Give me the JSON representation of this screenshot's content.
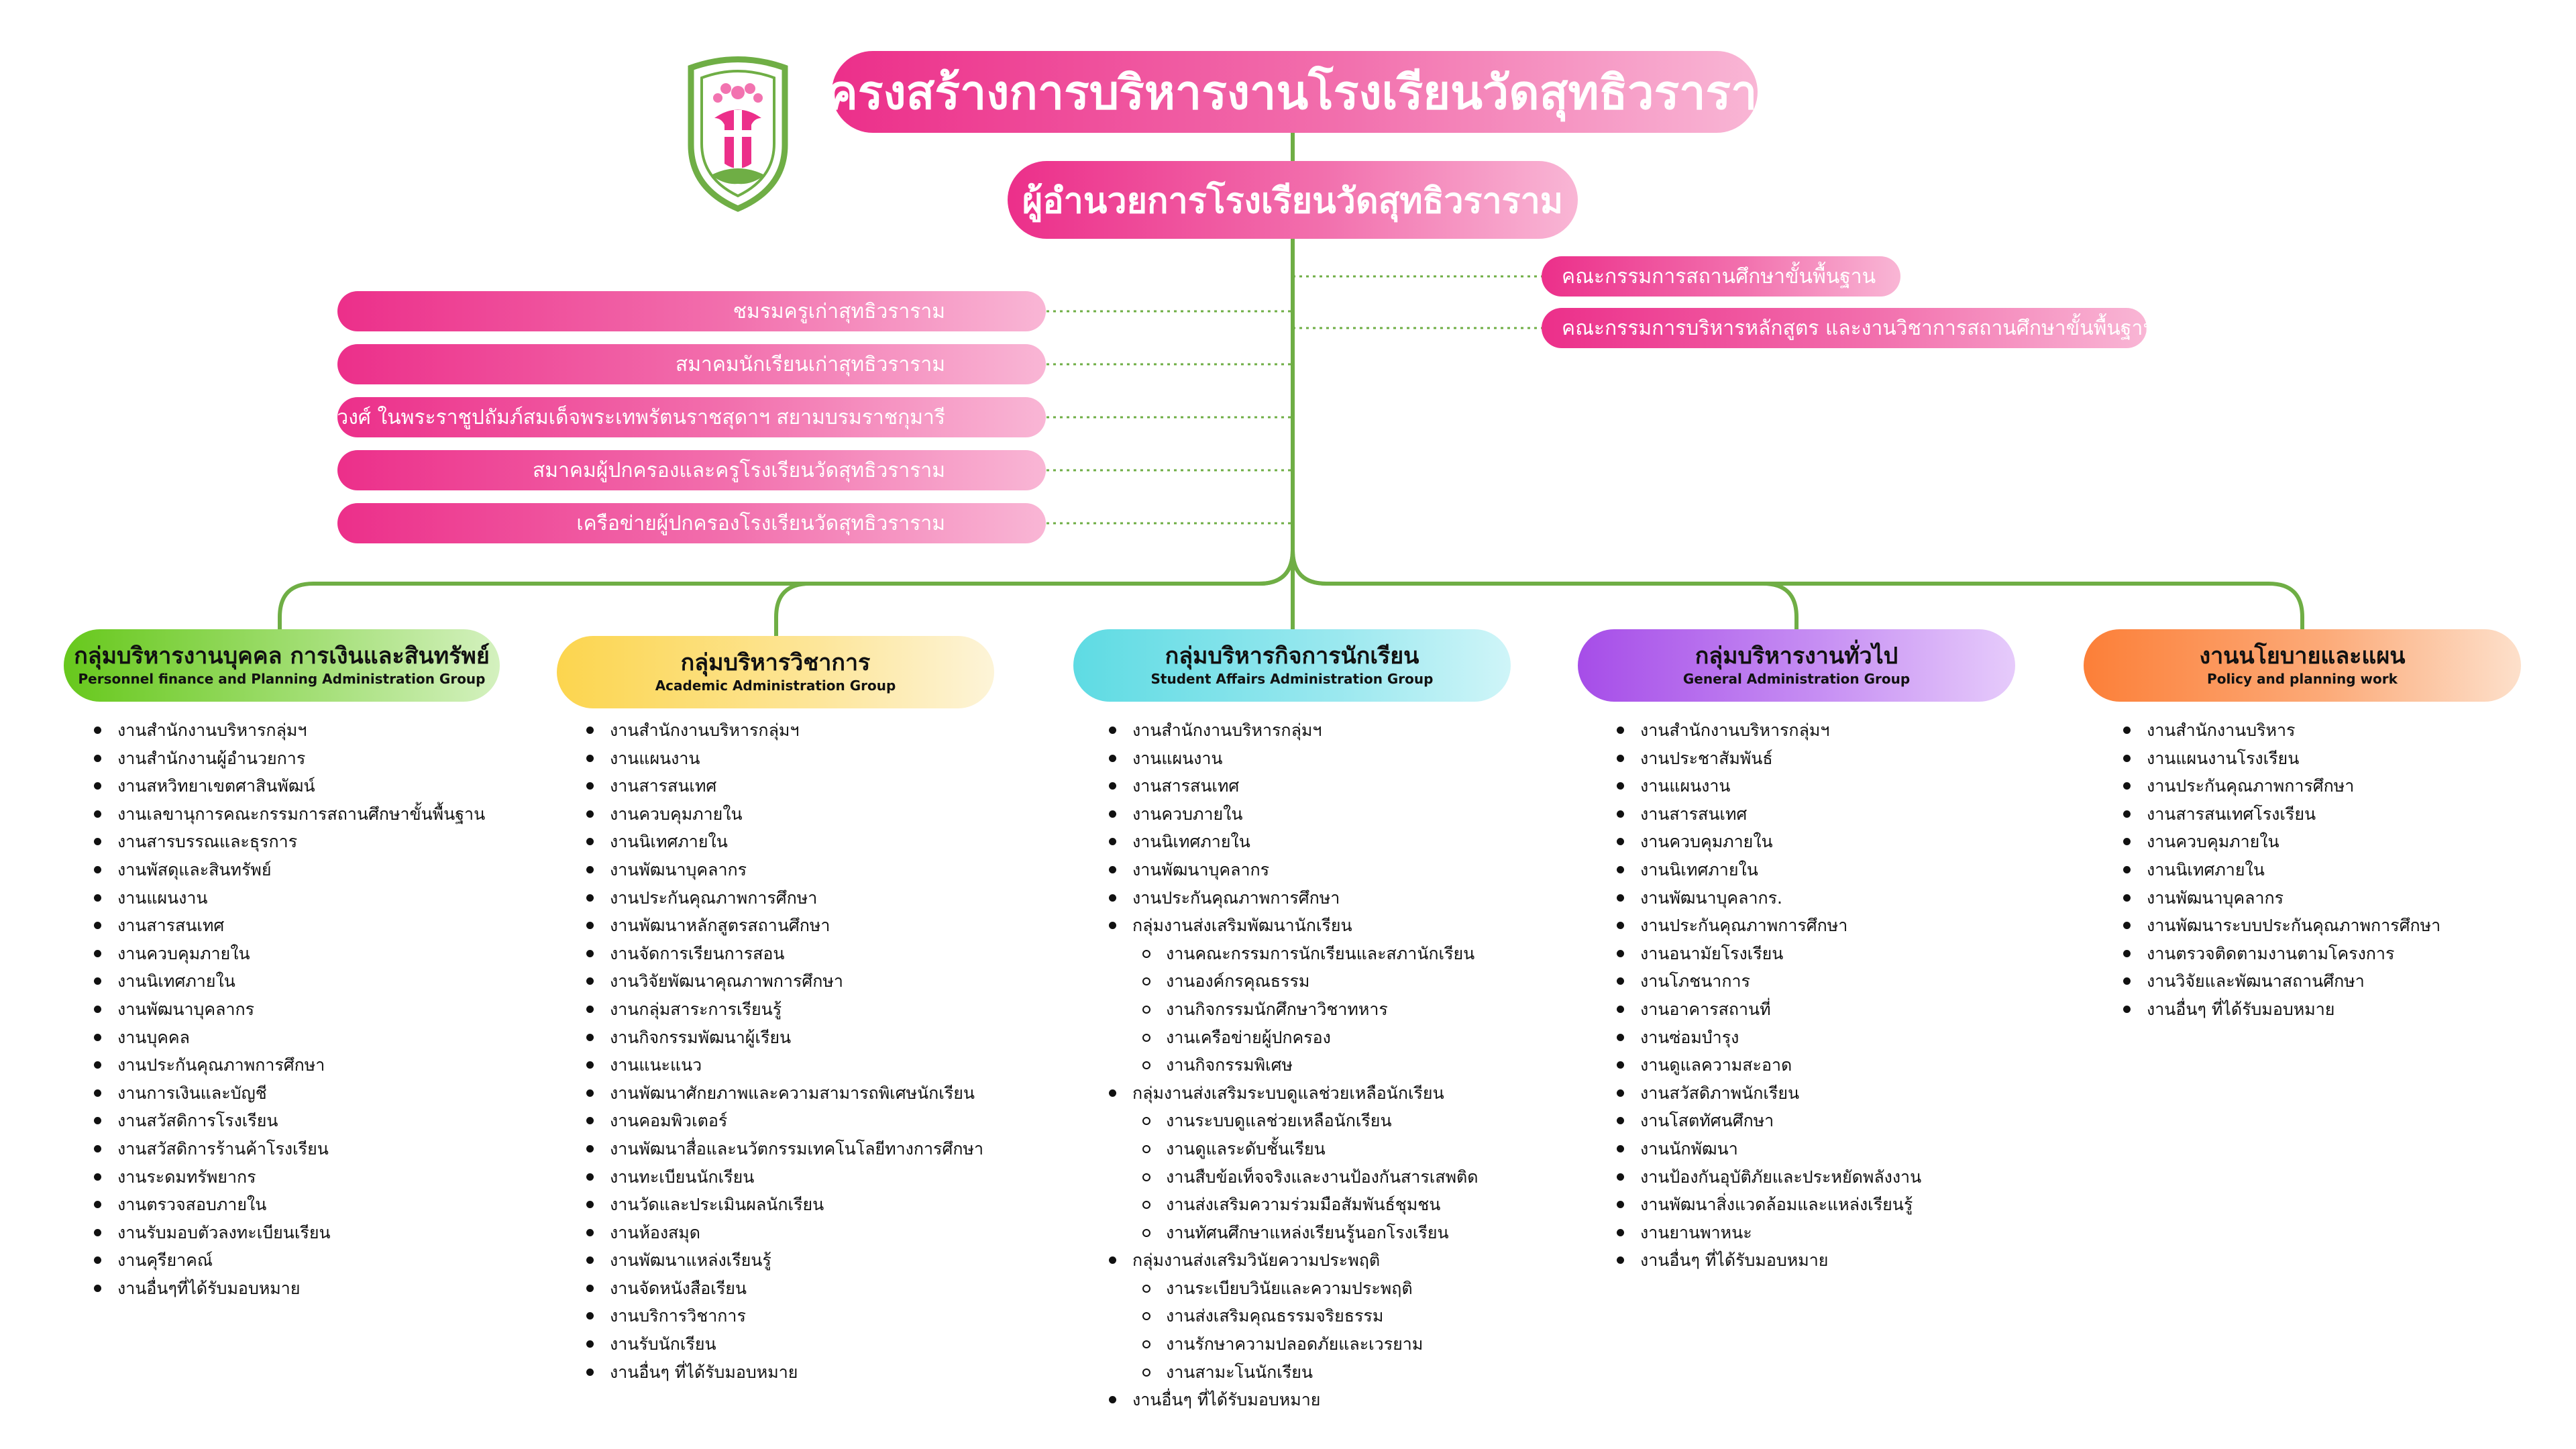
{
  "title": "โครงสร้างการบริหารงานโรงเรียนวัดสุทธิวราราม",
  "director": "ผู้อำนวยการโรงเรียนวัดสุทธิวราราม",
  "left_boards": [
    "ชมรมครูเก่าสุทธิวราราม",
    "สมาคมนักเรียนเก่าสุทธิวราราม",
    "มูลนิธิรุจิรวงศ์ ในพระราชูปถัมภ์สมเด็จพระเทพรัตนราชสุดาฯ สยามบรมราชกุมารี",
    "สมาคมผู้ปกครองและครูโรงเรียนวัดสุทธิวราราม",
    "เครือข่ายผู้ปกครองโรงเรียนวัดสุทธิวราราม"
  ],
  "right_boards": [
    "คณะกรรมการสถานศึกษาขั้นพื้นฐาน",
    "คณะกรรมการบริหารหลักสูตร และงานวิชาการสถานศึกษาขั้นพื้นฐาน"
  ],
  "groups": [
    {
      "th": "กลุ่มบริหารงานบุคคล การเงินและสินทรัพย์",
      "en": "Personnel finance and Planning Administration Group",
      "items": [
        "งานสำนักงานบริหารกลุ่มฯ",
        "งานสำนักงานผู้อำนวยการ",
        "งานสหวิทยาเขตศาสินพัฒน์",
        "งานเลขานุการคณะกรรมการสถานศึกษาขั้นพื้นฐาน",
        "งานสารบรรณและธุรการ",
        "งานพัสดุและสินทรัพย์",
        "งานแผนงาน",
        "งานสารสนเทศ",
        "งานควบคุมภายใน",
        "งานนิเทศภายใน",
        "งานพัฒนาบุคลากร",
        "งานบุคคล",
        "งานประกันคุณภาพการศึกษา",
        "งานการเงินและบัญชี",
        "งานสวัสดิการโรงเรียน",
        "งานสวัสดิการร้านค้าโรงเรียน",
        "งานระดมทรัพยากร",
        "งานตรวจสอบภายใน",
        "งานรับมอบตัวลงทะเบียนเรียน",
        "งานคุรียาคณ์",
        "งานอื่นๆที่ได้รับมอบหมาย"
      ]
    },
    {
      "th": "กลุ่มบริหารวิชาการ",
      "en": "Academic Administration Group",
      "items": [
        "งานสำนักงานบริหารกลุ่มฯ",
        "งานแผนงาน",
        "งานสารสนเทศ",
        "งานควบคุมภายใน",
        "งานนิเทศภายใน",
        "งานพัฒนาบุคลากร",
        "งานประกันคุณภาพการศึกษา",
        "งานพัฒนาหลักสูตรสถานศึกษา",
        "งานจัดการเรียนการสอน",
        "งานวิจัยพัฒนาคุณภาพการศึกษา",
        "งานกลุ่มสาระการเรียนรู้",
        "งานกิจกรรมพัฒนาผู้เรียน",
        "งานแนะแนว",
        "งานพัฒนาศักยภาพและความสามารถพิเศษนักเรียน",
        "งานคอมพิวเตอร์",
        "งานพัฒนาสื่อและนวัตกรรมเทคโนโลยีทางการศึกษา",
        "งานทะเบียนนักเรียน",
        "งานวัดและประเมินผลนักเรียน",
        "งานห้องสมุด",
        "งานพัฒนาแหล่งเรียนรู้",
        "งานจัดหนังสือเรียน",
        "งานบริการวิชาการ",
        "งานรับนักเรียน",
        "งานอื่นๆ ที่ได้รับมอบหมาย"
      ]
    },
    {
      "th": "กลุ่มบริหารกิจการนักเรียน",
      "en": "Student Affairs Administration Group",
      "items": [
        {
          "t": "งานสำนักงานบริหารกลุ่มฯ"
        },
        {
          "t": "งานแผนงาน"
        },
        {
          "t": "งานสารสนเทศ"
        },
        {
          "t": "งานควบภายใน"
        },
        {
          "t": "งานนิเทศภายใน"
        },
        {
          "t": "งานพัฒนาบุคลากร"
        },
        {
          "t": "งานประกันคุณภาพการศึกษา"
        },
        {
          "t": "กลุ่มงานส่งเสริมพัฒนานักเรียน"
        },
        {
          "t": "งานคณะกรรมการนักเรียนและสภานักเรียน",
          "s": true
        },
        {
          "t": "งานองค์กรคุณธรรม",
          "s": true
        },
        {
          "t": "งานกิจกรรมนักศึกษาวิชาทหาร",
          "s": true
        },
        {
          "t": "งานเครือข่ายผู้ปกครอง",
          "s": true
        },
        {
          "t": "งานกิจกรรมพิเศษ",
          "s": true
        },
        {
          "t": "กลุ่มงานส่งเสริมระบบดูแลช่วยเหลือนักเรียน"
        },
        {
          "t": "งานระบบดูแลช่วยเหลือนักเรียน",
          "s": true
        },
        {
          "t": "งานดูแลระดับชั้นเรียน",
          "s": true
        },
        {
          "t": "งานสืบข้อเท็จจริงและงานป้องกันสารเสพติด",
          "s": true
        },
        {
          "t": "งานส่งเสริมความร่วมมือสัมพันธ์ชุมชน",
          "s": true
        },
        {
          "t": "งานทัศนศึกษาแหล่งเรียนรู้นอกโรงเรียน",
          "s": true
        },
        {
          "t": "กลุ่มงานส่งเสริมวินัยความประพฤติ"
        },
        {
          "t": "งานระเบียบวินัยและความประพฤติ",
          "s": true
        },
        {
          "t": "งานส่งเสริมคุณธรรมจริยธรรม",
          "s": true
        },
        {
          "t": "งานรักษาความปลอดภัยและเวรยาม",
          "s": true
        },
        {
          "t": "งานสามะโนนักเรียน",
          "s": true
        },
        {
          "t": "งานอื่นๆ ที่ได้รับมอบหมาย"
        }
      ]
    },
    {
      "th": "กลุ่มบริหารงานทั่วไป",
      "en": "General Administration Group",
      "items": [
        "งานสำนักงานบริหารกลุ่มฯ",
        "งานประชาสัมพันธ์",
        "งานแผนงาน",
        "งานสารสนเทศ",
        "งานควบคุมภายใน",
        "งานนิเทศภายใน",
        "งานพัฒนาบุคลากร.",
        "งานประกันคุณภาพการศึกษา",
        "งานอนามัยโรงเรียน",
        "งานโภชนาการ",
        "งานอาคารสถานที่",
        "งานซ่อมบำรุง",
        "งานดูแลความสะอาด",
        "งานสวัสดิภาพนักเรียน",
        "งานโสตทัศนศึกษา",
        "งานนักพัฒนา",
        "งานป้องกันอุบัติภัยและประหยัดพลังงาน",
        "งานพัฒนาสิ่งแวดล้อมและแหล่งเรียนรู้",
        "งานยานพาหนะ",
        "งานอื่นๆ ที่ได้รับมอบหมาย"
      ]
    },
    {
      "th": "งานนโยบายและแผน",
      "en": "Policy and planning work",
      "items": [
        "งานสำนักงานบริหาร",
        "งานแผนงานโรงเรียน",
        "งานประกันคุณภาพการศึกษา",
        "งานสารสนเทศโรงเรียน",
        "งานควบคุมภายใน",
        "งานนิเทศภายใน",
        "งานพัฒนาบุคลากร",
        "งานพัฒนาระบบประกันคุณภาพการศึกษา",
        "งานตรวจติดตามงานตามโครงการ",
        "งานวิจัยและพัฒนาสถานศึกษา",
        "งานอื่นๆ ที่ได้รับมอบหมาย"
      ]
    }
  ]
}
